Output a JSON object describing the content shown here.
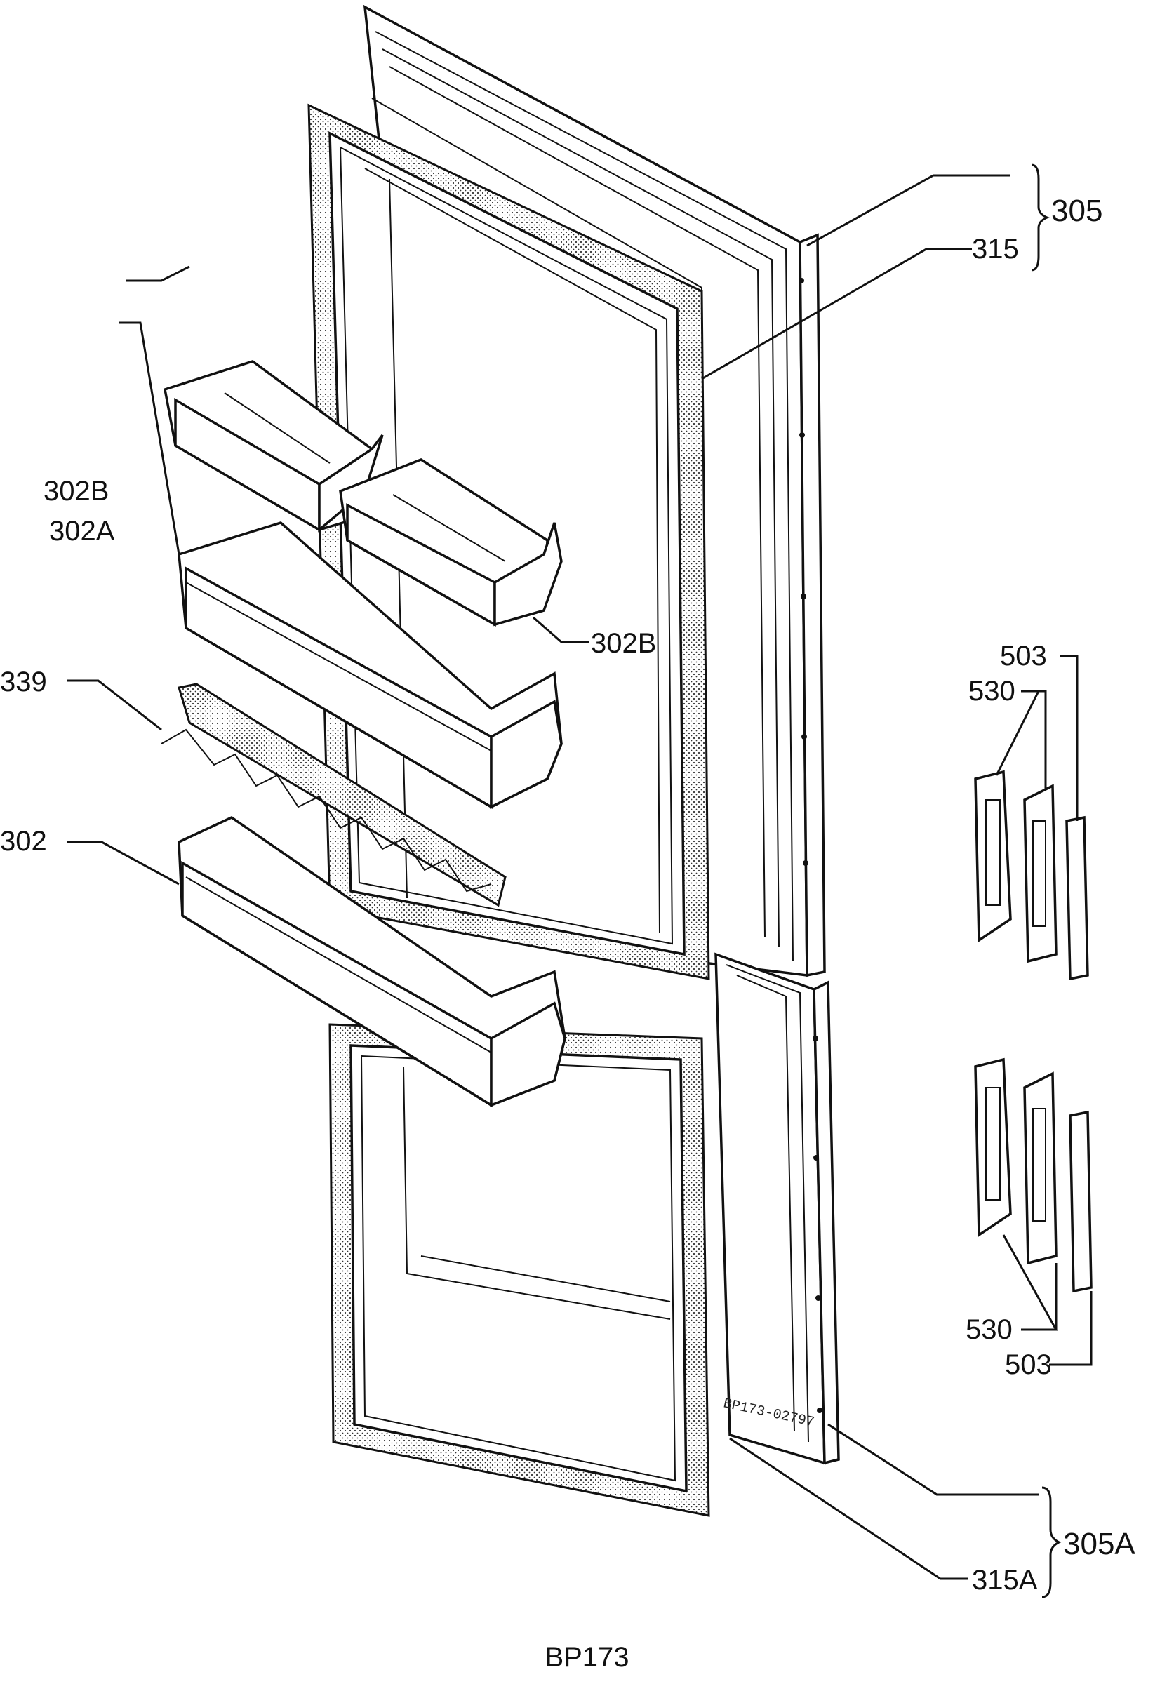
{
  "labels": {
    "l305": "305",
    "l315": "315",
    "l302b_upper": "302B",
    "l302a": "302A",
    "l302b_lower": "302B",
    "l339": "339",
    "l302": "302",
    "l503_upper": "503",
    "l530_upper": "530",
    "l530_lower": "530",
    "l503_lower": "503",
    "l305a": "305A",
    "l315a": "315A"
  },
  "stamp_text": "BP173-02797",
  "footer_text": "BP173"
}
